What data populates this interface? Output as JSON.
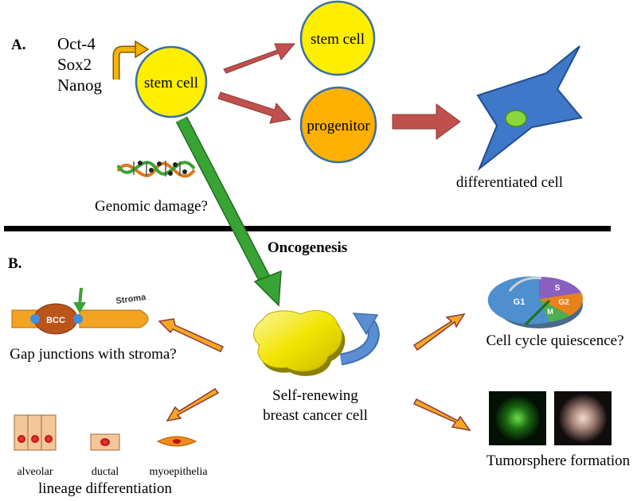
{
  "sections": {
    "a_label": "A.",
    "b_label": "B."
  },
  "factors": [
    "Oct-4",
    "Sox2",
    "Nanog"
  ],
  "cells": {
    "stem_main": "stem cell",
    "stem_top": "stem cell",
    "progenitor": "progenitor",
    "differentiated": "differentiated cell"
  },
  "genomic_damage": "Genomic damage?",
  "divider_label": "Oncogenesis",
  "stroma": {
    "bcc": "BCC",
    "stroma": "Stroma",
    "caption": "Gap junctions with stroma?"
  },
  "cancer_cell": {
    "line1": "Self-renewing",
    "line2": "breast cancer cell"
  },
  "cell_cycle": {
    "phases": [
      "G1",
      "S",
      "G2",
      "M"
    ],
    "caption": "Cell cycle quiescence?"
  },
  "lineage": {
    "types": [
      "alveolar",
      "ductal",
      "myoepithelia"
    ],
    "caption": "lineage differentiation"
  },
  "tumorsphere": {
    "caption": "Tumorsphere formation"
  },
  "colors": {
    "stem_fill": "#ffee00",
    "progenitor_fill": "#ffb000",
    "cell_outline": "#3a6ea5",
    "red_arrow": "#c0504d",
    "green_arrow": "#3aa335",
    "orange_arrow": "#f5a623",
    "divider": "#000000"
  }
}
